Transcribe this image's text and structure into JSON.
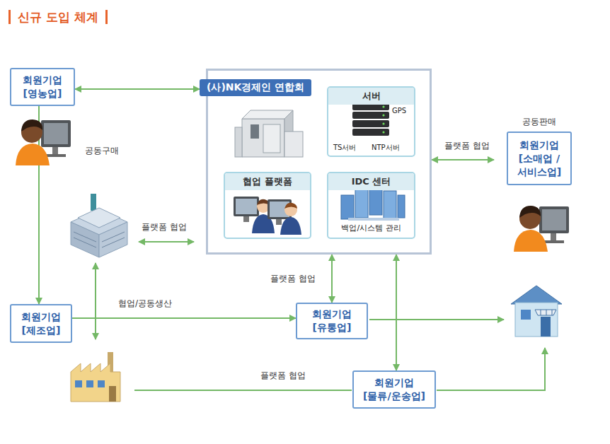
{
  "diagram": {
    "title": "신규 도입 체계",
    "nodes": [
      {
        "text": [
          "회원기업",
          "[영농업]"
        ]
      },
      {
        "text": [
          "(사)NK경제인 연합회"
        ]
      },
      {
        "text": [
          "서버",
          "GPS",
          "TS서버",
          "NTP서버"
        ],
        "in": 1
      },
      {
        "text": [
          "협업 플랫폼"
        ],
        "in": 1
      },
      {
        "text": [
          "IDC 센터",
          "백업/시스템 관리"
        ],
        "in": 1
      },
      {
        "text": [
          "공동판매",
          "회원기업",
          "[소매업 /서비스업]"
        ]
      },
      {
        "text": [
          "회원기업",
          "[제조업]"
        ]
      },
      {
        "text": [
          "회원기업",
          "[유통업]"
        ]
      },
      {
        "text": [
          "회원기업",
          "[물류/운송업]"
        ]
      }
    ],
    "edges": [
      {
        "from": 0,
        "to": 1,
        "arrow": "both"
      },
      {
        "from": 0,
        "to": 6,
        "arrow": "to"
      },
      {
        "from": 6,
        "to": 7,
        "label": "협업/공동생산",
        "arrow": "to"
      },
      {
        "from": 7,
        "to": 1,
        "label": "플랫폼 협업",
        "arrow": "both"
      },
      {
        "from": 1,
        "to": 5,
        "label": "플랫폼 협업",
        "arrow": "both"
      },
      {
        "from": 8,
        "to": 1,
        "arrow": "both"
      }
    ],
    "labels": [
      "공동구매",
      "플랫폼 협업",
      "플랫폼 협업"
    ]
  }
}
